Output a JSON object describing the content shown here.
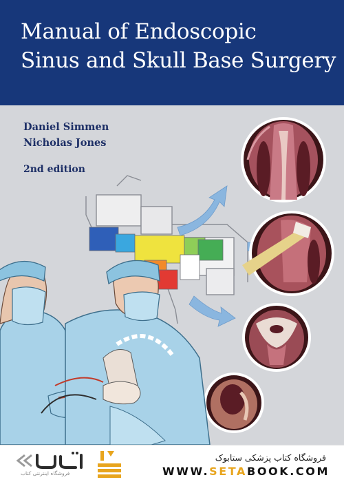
{
  "cover": {
    "title_line1": "Manual of Endoscopic",
    "title_line2": "Sinus and Skull Base Surgery",
    "author1": "Daniel Simmen",
    "author2": "Nicholas Jones",
    "edition": "2nd edition",
    "colors": {
      "title_band": "#17377a",
      "background": "#d4d6da",
      "author_text": "#1d2f66",
      "surgeon_scrubs": "#a8d2e8",
      "mucosa": "#a5525e"
    }
  },
  "footer": {
    "store_name": "فروشگاه کتاب پزشکی ستابوک",
    "url_prefix": "WWW.",
    "url_highlight": "SETA",
    "url_suffix": "BOOK.COM",
    "logo_tagline": "فروشگاه اینترنتی کتاب",
    "accent_color": "#e8a51e"
  }
}
